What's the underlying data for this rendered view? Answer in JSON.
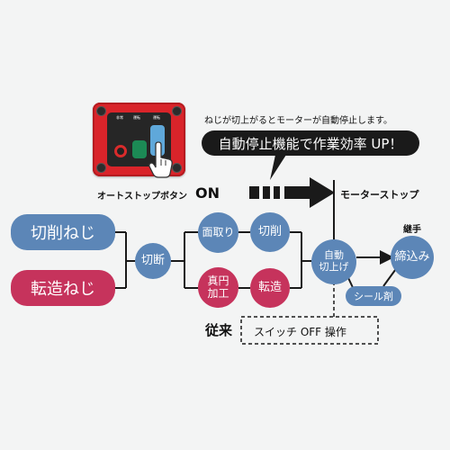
{
  "colors": {
    "blue": "#5c86b7",
    "pink": "#c6335c",
    "dark": "#1a1a1a",
    "box_red": "#d9242a"
  },
  "control_box": {
    "labels": [
      "非常",
      "運転",
      "運転"
    ],
    "buttons": [
      "emergency-stop-button",
      "run-button",
      "auto-stop-button"
    ]
  },
  "header": {
    "caption": "ねじが切上がるとモーターが自動停止します。",
    "headline": "自動停止機能で作業効率 UP！"
  },
  "auto_stop": {
    "label": "オートストップボタン",
    "state": "ON",
    "result": "モーターストップ"
  },
  "nodes": {
    "cut_thread": "切削ねじ",
    "roll_thread": "転造ねじ",
    "cutoff": "切断",
    "chamfer": "面取り",
    "cutting": "切削",
    "true_round_1": "真円",
    "true_round_2": "加工",
    "rolling": "転造",
    "auto_1": "自動",
    "auto_2": "切上げ",
    "fitting_label": "継手",
    "tighten": "締込み",
    "sealant": "シール剤"
  },
  "conventional": {
    "label": "従来",
    "note": "スイッチ OFF 操作"
  }
}
